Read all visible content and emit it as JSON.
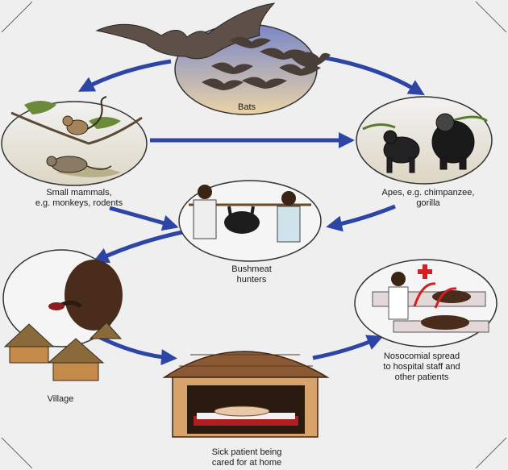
{
  "nodes": {
    "bats": {
      "label": "Bats"
    },
    "small_mammals": {
      "label": "Small mammals,\ne.g. monkeys, rodents"
    },
    "apes": {
      "label": "Apes, e.g. chimpanzee,\ngorilla"
    },
    "hunters": {
      "label": "Bushmeat\nhunters"
    },
    "village": {
      "label": "Village"
    },
    "sick_patient": {
      "label": "Sick patient being\ncared for at home"
    },
    "nosocomial": {
      "label": "Nosocomial spread\nto hospital staff and\nother patients"
    }
  },
  "colors": {
    "arrow": "#2d46a6",
    "background": "#efefef",
    "frame_corner": "#666666",
    "red_cross": "#d42020"
  },
  "arrows": [
    {
      "from": "bats",
      "to": "small_mammals"
    },
    {
      "from": "bats",
      "to": "apes"
    },
    {
      "from": "small_mammals",
      "to": "apes"
    },
    {
      "from": "small_mammals",
      "to": "hunters"
    },
    {
      "from": "apes",
      "to": "hunters"
    },
    {
      "from": "hunters",
      "to": "village"
    },
    {
      "from": "village",
      "to": "sick_patient"
    },
    {
      "from": "sick_patient",
      "to": "nosocomial"
    }
  ]
}
